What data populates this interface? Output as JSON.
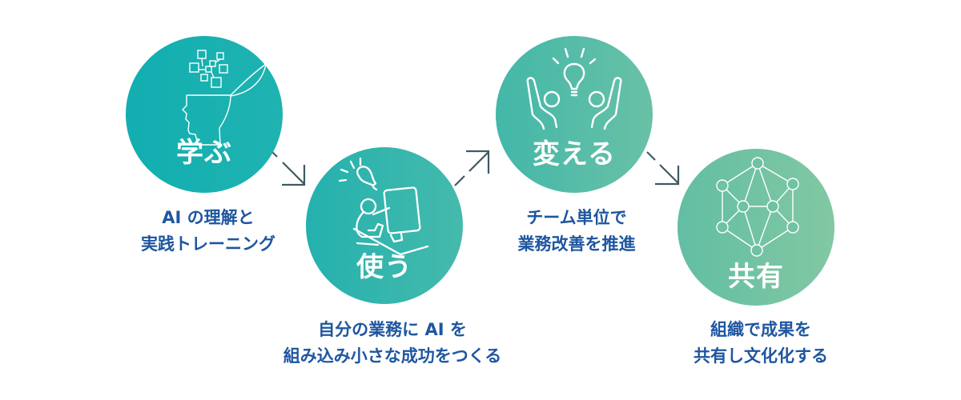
{
  "diagram": {
    "type": "process-flow",
    "colors": {
      "circle1": [
        "#12aeb0",
        "#1eb2b0"
      ],
      "circle2": [
        "#25b1ae",
        "#43b9ac"
      ],
      "circle3": [
        "#45b8a9",
        "#66c0a6"
      ],
      "circle4": [
        "#63bea3",
        "#80c7a3"
      ],
      "caption": "#1e56a0",
      "arrow": "#3f5a63"
    },
    "steps": [
      {
        "title": "学ぶ",
        "icon": "open-head-with-blocks-icon",
        "caption_lines": [
          "AI の理解と",
          "実践トレーニング"
        ]
      },
      {
        "title": "使う",
        "icon": "person-at-computer-with-idea-icon",
        "caption_lines": [
          "自分の業務に AI を",
          "組み込み小さな成功をつくる"
        ]
      },
      {
        "title": "変える",
        "icon": "team-raising-hands-with-lightbulb-icon",
        "caption_lines": [
          "チーム単位で",
          "業務改善を推進"
        ]
      },
      {
        "title": "共有",
        "icon": "network-nodes-icon",
        "caption_lines": [
          "組織で成果を",
          "共有し文化化する"
        ]
      }
    ],
    "arrows": [
      {
        "from": "学ぶ",
        "to": "使う",
        "direction": "down-right"
      },
      {
        "from": "使う",
        "to": "変える",
        "direction": "up-right"
      },
      {
        "from": "変える",
        "to": "共有",
        "direction": "down-right"
      }
    ]
  }
}
